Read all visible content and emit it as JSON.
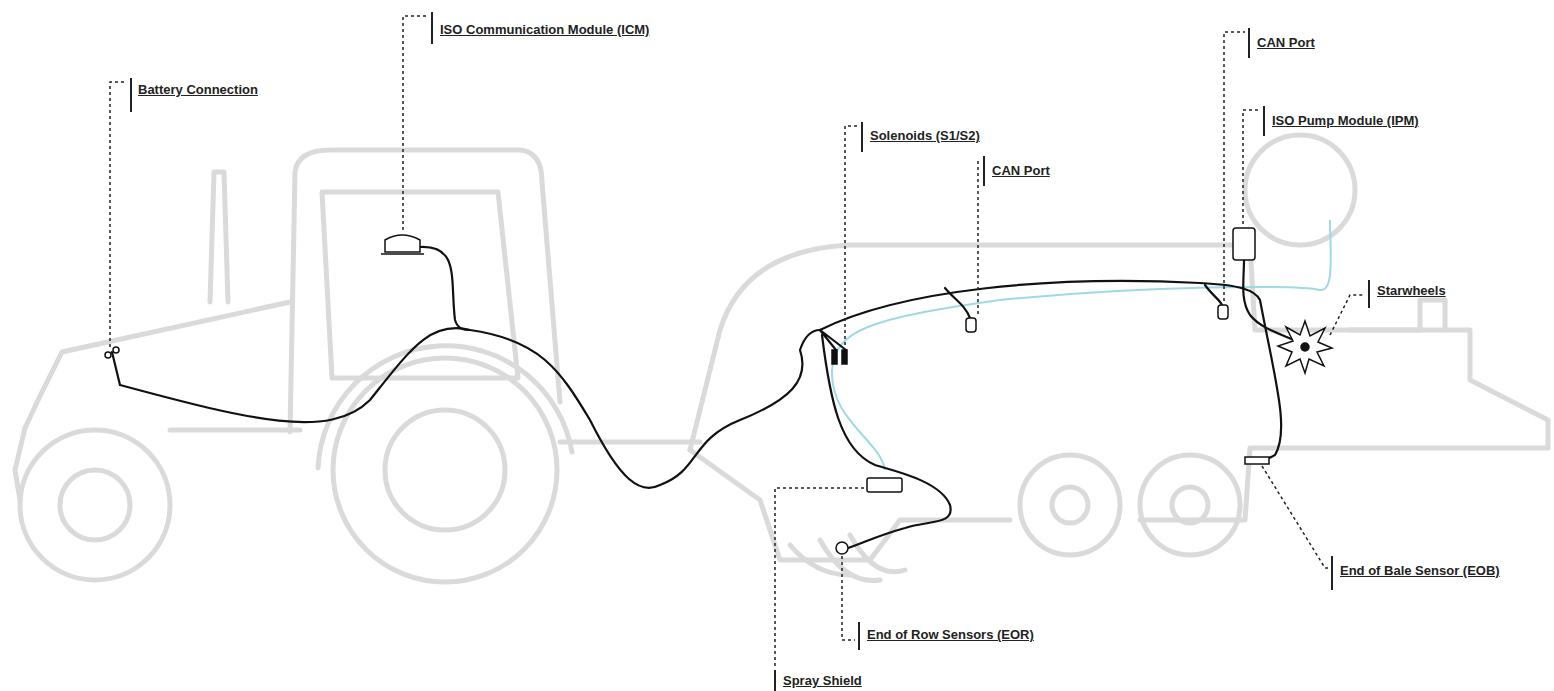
{
  "diagram": {
    "labels": [
      "Battery Connection",
      "ISO Communication Module (ICM)",
      "Solenoids (S1/S2)",
      "CAN Port",
      "CAN Port",
      "ISO Pump Module (IPM)",
      "Starwheels",
      "End of Row Sensors (EOR)",
      "Spray Shield",
      "End of Bale Sensor (EOB)"
    ]
  }
}
